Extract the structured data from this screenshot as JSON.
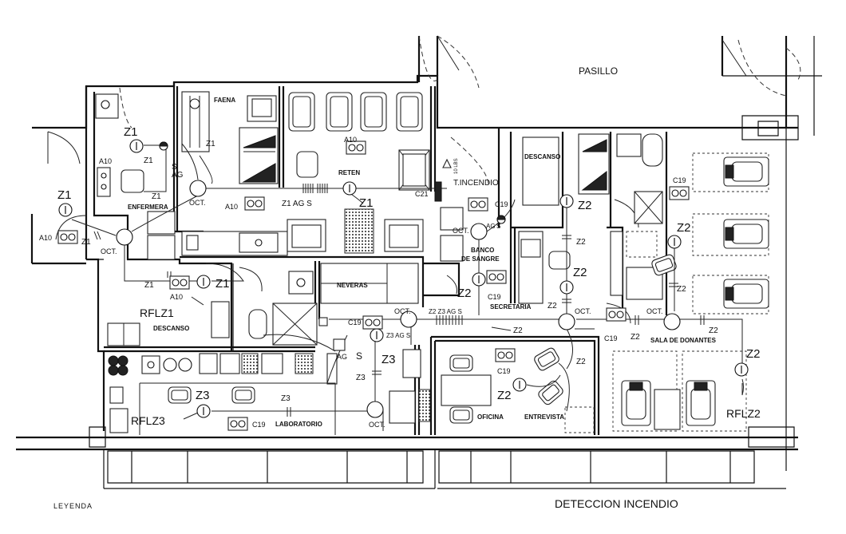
{
  "rooms": {
    "pasillo": "PASILLO",
    "faena": "FAENA",
    "reten": "RETEN",
    "enfermera": "ENFERMERA",
    "descanso_left": "DESCANSO",
    "descanso_right": "DESCANSO",
    "neveras": "NEVERAS",
    "banco_l1": "BANCO",
    "banco_l2": "DE SANGRE",
    "secretaria": "SECRETARIA",
    "sala_donantes": "SALA DE DONANTES",
    "laboratorio": "LABORATORIO",
    "oficina": "OFICINA",
    "entrevista": "ENTREVISTA"
  },
  "labels": {
    "z1": "Z1",
    "z2": "Z2",
    "z3": "Z3",
    "oct": "OCT.",
    "a10": "A10",
    "c19": "C19",
    "c21": "C21",
    "s": "S",
    "ag": "AG",
    "z2z3ags": "Z2 Z3 AG S",
    "z3ags": "Z3 AG S",
    "z1ags": "Z1  AG  S",
    "rflz1": "RFLZ1",
    "rflz2": "RFLZ2",
    "rflz3": "RFLZ3",
    "tincendio": "T.INCENDIO",
    "lbs": "10 LBS",
    "detector": "I"
  },
  "footer": {
    "leyenda": "LEYENDA",
    "title": "DETECCION INCENDIO"
  }
}
